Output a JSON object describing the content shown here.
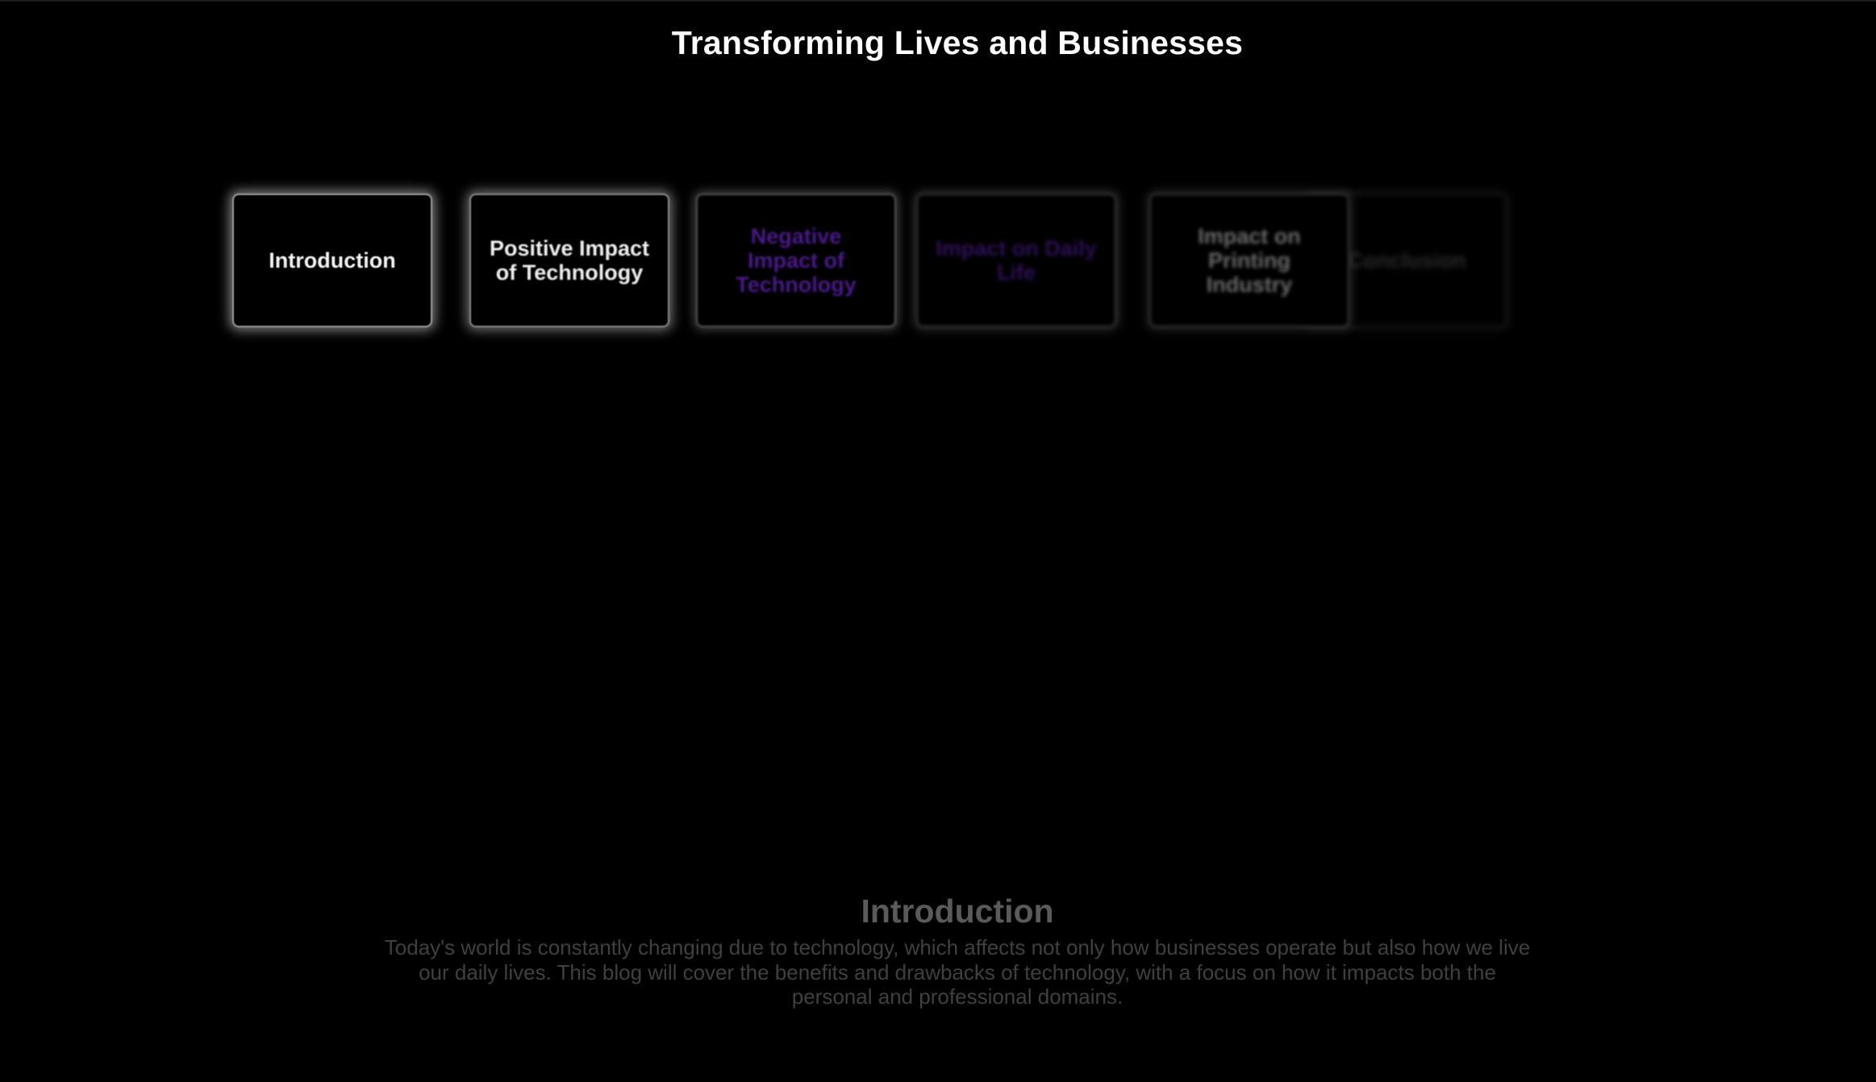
{
  "page": {
    "title": "Transforming Lives and Businesses"
  },
  "nav_cards": [
    {
      "label": "Introduction"
    },
    {
      "label": "Positive Impact of Technology"
    },
    {
      "label": "Negative Impact of Technology"
    },
    {
      "label": "Impact on Daily Life"
    },
    {
      "label": "Impact on Printing Industry"
    },
    {
      "label": "Conclusion"
    }
  ],
  "section": {
    "title": "Introduction",
    "body": "Today's world is constantly changing due to technology, which affects not only how businesses operate but also how we live our daily lives. This blog will cover the benefits and drawbacks of technology, with a focus on how it impacts both the personal and professional domains."
  },
  "colors": {
    "background": "#000000",
    "title_text": "#ffffff",
    "accent_purple": "#4a1a8a",
    "muted_text": "#404040"
  }
}
